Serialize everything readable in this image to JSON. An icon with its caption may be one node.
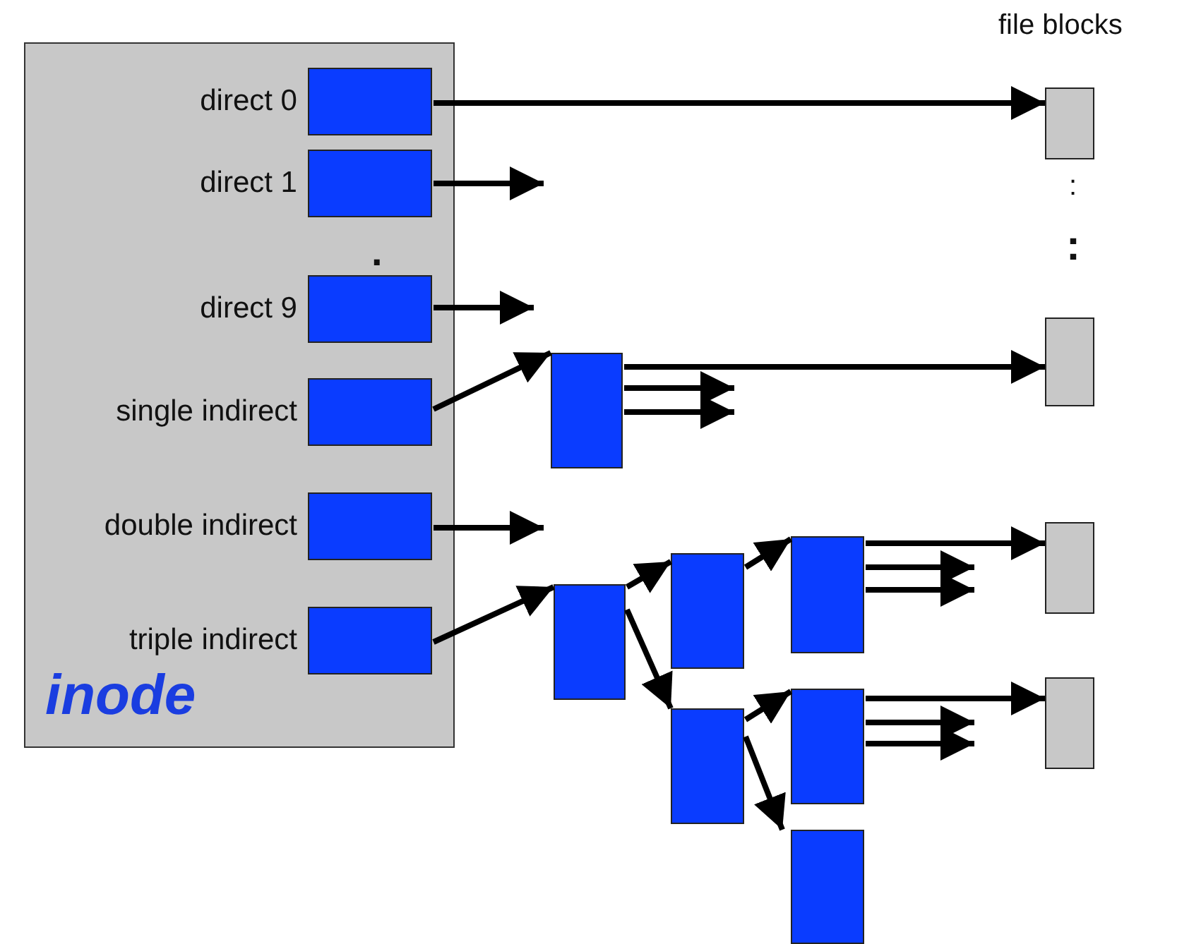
{
  "diagram": {
    "nodes": [
      {
        "text": [
          "inode"
        ]
      },
      {
        "text": [],
        "shape": "box",
        "in": 0,
        "beside": [
          "direct 0"
        ]
      },
      {
        "text": [],
        "shape": "box",
        "in": 0,
        "beside": [
          "direct 1"
        ]
      },
      {
        "text": [],
        "shape": "box",
        "in": 0,
        "beside": [
          "direct 9"
        ]
      },
      {
        "text": [],
        "shape": "box",
        "in": 0,
        "beside": [
          "single indirect"
        ]
      },
      {
        "text": [],
        "shape": "box",
        "in": 0,
        "beside": [
          "double indirect"
        ]
      },
      {
        "text": [],
        "shape": "box",
        "in": 0,
        "beside": [
          "triple indirect"
        ]
      },
      {
        "text": [],
        "shape": "box"
      },
      {
        "text": [],
        "shape": "box"
      },
      {
        "text": [],
        "shape": "box"
      },
      {
        "text": [],
        "shape": "box"
      },
      {
        "text": [],
        "shape": "box"
      },
      {
        "text": [],
        "shape": "box"
      },
      {
        "text": [],
        "shape": "box"
      },
      {
        "text": [],
        "shape": "box"
      },
      {
        "text": [],
        "shape": "box"
      },
      {
        "text": [],
        "shape": "box"
      },
      {
        "text": [],
        "shape": "box"
      }
    ],
    "edges": [
      {
        "from": 1,
        "to": 7,
        "arrow": "to"
      },
      {
        "from": 2,
        "to": null,
        "arrow": "to"
      },
      {
        "from": 3,
        "to": null,
        "arrow": "to"
      },
      {
        "from": 4,
        "to": 9,
        "arrow": "to"
      },
      {
        "from": 9,
        "to": 8,
        "arrow": "to"
      },
      {
        "from": 9,
        "to": null,
        "arrow": "to"
      },
      {
        "from": 9,
        "to": null,
        "arrow": "to"
      },
      {
        "from": 5,
        "to": null,
        "arrow": "to"
      },
      {
        "from": 6,
        "to": 10,
        "arrow": "to"
      },
      {
        "from": 10,
        "to": 11,
        "arrow": "to"
      },
      {
        "from": 10,
        "to": 12,
        "arrow": "to"
      },
      {
        "from": 11,
        "to": 13,
        "arrow": "to"
      },
      {
        "from": 12,
        "to": 14,
        "arrow": "to"
      },
      {
        "from": 12,
        "to": 15,
        "arrow": "to"
      },
      {
        "from": 13,
        "to": 16,
        "arrow": "to"
      },
      {
        "from": 13,
        "to": null,
        "arrow": "to"
      },
      {
        "from": 13,
        "to": null,
        "arrow": "to"
      },
      {
        "from": 14,
        "to": 17,
        "arrow": "to"
      },
      {
        "from": 14,
        "to": null,
        "arrow": "to"
      },
      {
        "from": 14,
        "to": null,
        "arrow": "to"
      }
    ],
    "labels": [
      "file blocks",
      ".",
      ":",
      ":"
    ]
  }
}
